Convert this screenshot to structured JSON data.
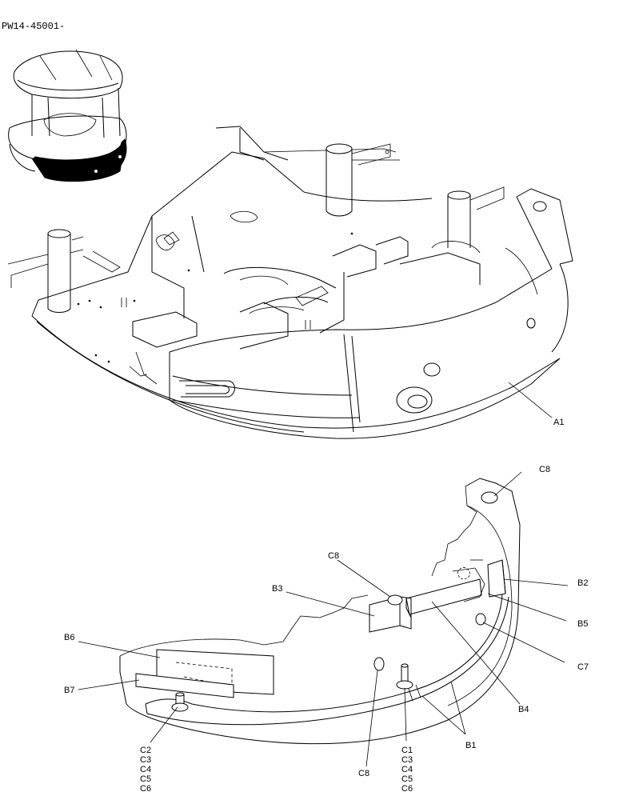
{
  "header": {
    "code": "PW14-45001-"
  },
  "callouts": {
    "a1": "A1",
    "b1": "B1",
    "b2": "B2",
    "b3": "B3",
    "b4": "B4",
    "b5": "B5",
    "b6": "B6",
    "b7": "B7",
    "c7": "C7",
    "c8_top": "C8",
    "c8_mid": "C8",
    "c8_bottom": "C8",
    "group_left": [
      "C2",
      "C3",
      "C4",
      "C5",
      "C6"
    ],
    "group_right": [
      "C1",
      "C3",
      "C4",
      "C5",
      "C6"
    ]
  }
}
